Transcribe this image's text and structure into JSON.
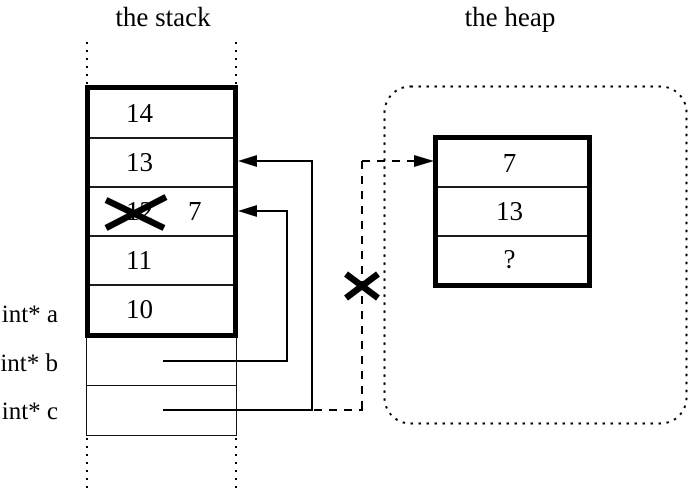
{
  "stack": {
    "title": "the stack",
    "cells": [
      {
        "value": "14"
      },
      {
        "value": "13"
      },
      {
        "value": "12",
        "crossed_out": true,
        "replacement": "7"
      },
      {
        "value": "11"
      },
      {
        "value": "10"
      }
    ],
    "pointer_labels": [
      {
        "label": "int* a"
      },
      {
        "label": "int* b"
      },
      {
        "label": "int* c"
      }
    ]
  },
  "heap": {
    "title": "the heap",
    "cells": [
      {
        "value": "7"
      },
      {
        "value": "13"
      },
      {
        "value": "?"
      }
    ]
  },
  "icons": {
    "crossed_out_value": "x-mark",
    "broken_pointer": "x-mark",
    "pointer_arrowhead": "filled-triangle"
  },
  "colors": {
    "ink": "#000000",
    "background": "#ffffff"
  }
}
